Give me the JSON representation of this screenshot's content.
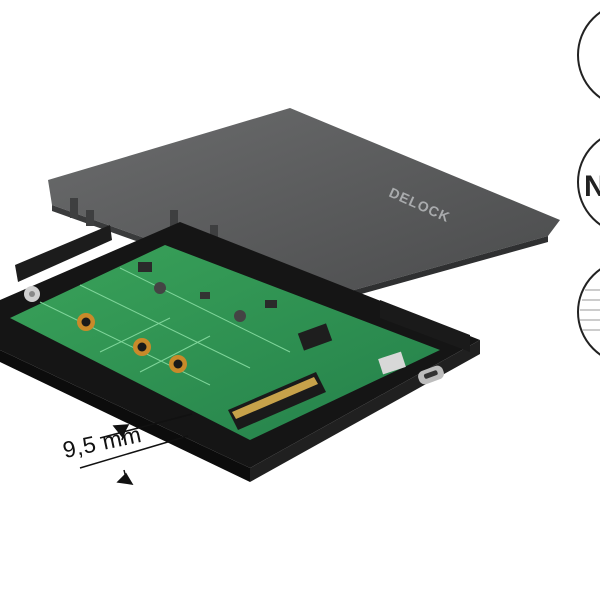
{
  "product": {
    "brand_logo": "DELOCK",
    "dimension_label": "9,5 mm"
  },
  "badges": {
    "middle_partial_text": "N"
  },
  "colors": {
    "pcb_green": "#2f8f4c",
    "tray_black": "#1b1b1b",
    "cover_gray": "#5a5b5c"
  }
}
